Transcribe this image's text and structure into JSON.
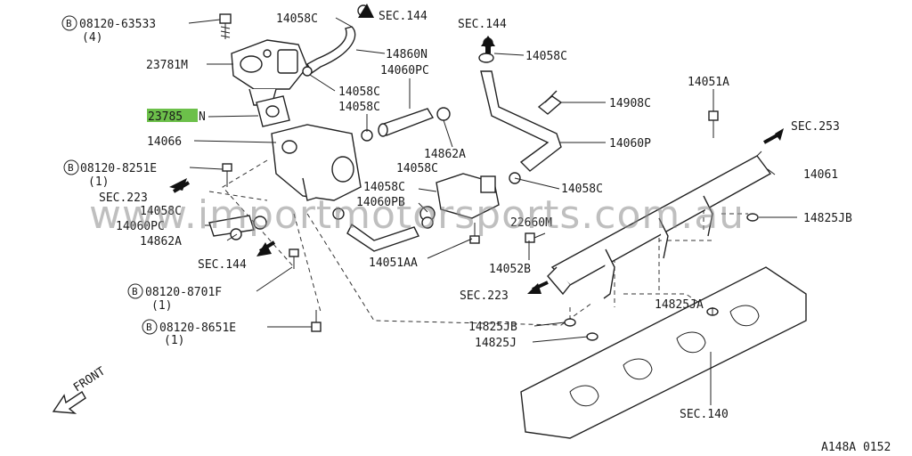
{
  "diagram": {
    "labels": {
      "b_08120_63533": "08120-63533",
      "qty_4": "(4)",
      "p23781m": "23781M",
      "p23785n_code": "23785",
      "p23785n_suffix": "N",
      "p14066": "14066",
      "b_08120_8251e": "08120-8251E",
      "qty_1a": "(1)",
      "sec223_left": "SEC.223",
      "p14058c_left": "14058C",
      "p14060pc_left": "14060PC",
      "p14862a_left": "14862A",
      "sec144_left": "SEC.144",
      "b_08120_8701f": "08120-8701F",
      "qty_1b": "(1)",
      "b_08120_8651e": "08120-8651E",
      "qty_1c": "(1)",
      "front": "FRONT",
      "p14058c_top": "14058C",
      "sec144_top": "SEC.144",
      "p14860n": "14860N",
      "p14060pc_top": "14060PC",
      "p14058c_mid1": "14058C",
      "p14058c_mid2": "14058C",
      "p14862a_mid": "14862A",
      "p14058c_mid3": "14058C",
      "p14058c_mid4": "14058C",
      "p14060pb": "14060PB",
      "p14051aa": "14051AA",
      "sec144_right": "SEC.144",
      "p14058c_right": "14058C",
      "p14908c": "14908C",
      "p14060p": "14060P",
      "p14058c_low": "14058C",
      "p22660m": "22660M",
      "p14052b": "14052B",
      "sec223_mid": "SEC.223",
      "p14051a": "14051A",
      "sec253": "SEC.253",
      "p14061": "14061",
      "p14825jb_right": "14825JB",
      "p14825ja": "14825JA",
      "p14825jb_low": "14825JB",
      "p14825j": "14825J",
      "sec140": "SEC.140",
      "fig_id": "A148A 0152"
    },
    "bolt_marker": "B",
    "watermark": "www.importmotorsports.com.au",
    "colors": {
      "line": "#222222",
      "highlight": "#6cc04a",
      "watermark": "#8a8a8a",
      "background": "#ffffff"
    }
  }
}
